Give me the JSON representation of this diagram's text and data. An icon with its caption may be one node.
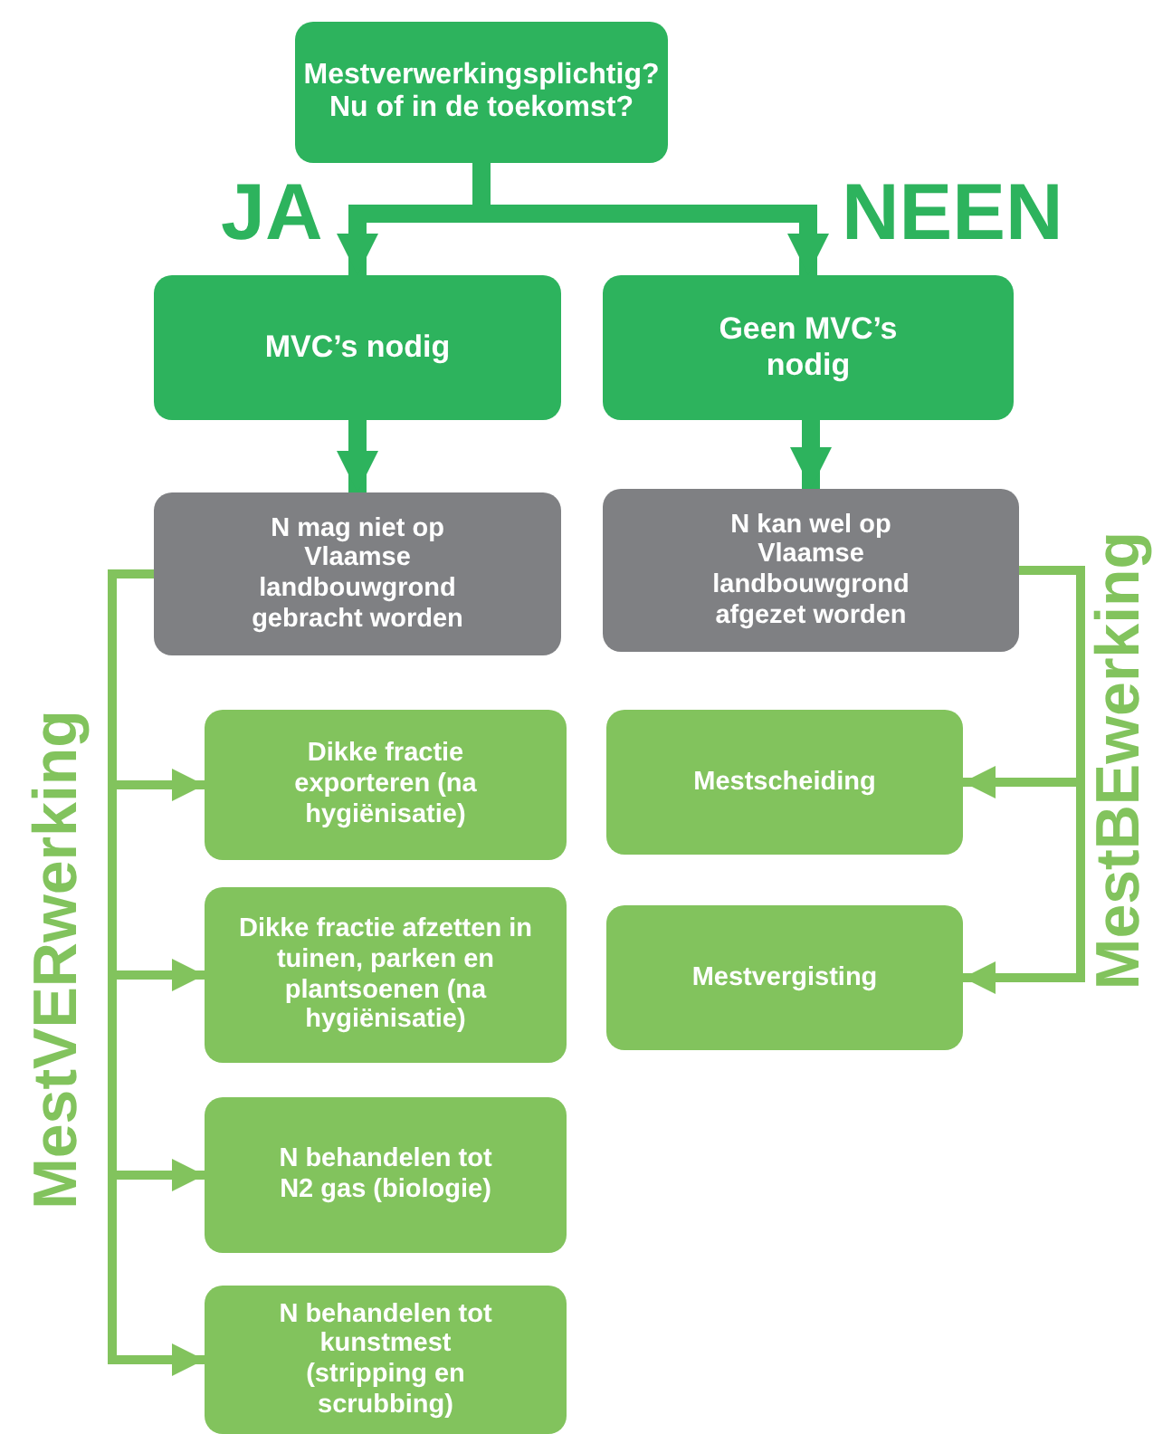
{
  "diagram": {
    "nodes": [
      {
        "text": [
          "Mestverwerkingsplichtig? Nu of in de toekomst?"
        ]
      },
      {
        "text": [
          "MVC’s nodig"
        ]
      },
      {
        "text": [
          "Geen MVC’s nodig"
        ]
      },
      {
        "text": [
          "N mag niet op Vlaamse landbouwgrond gebracht worden"
        ]
      },
      {
        "text": [
          "N kan wel op Vlaamse landbouwgrond afgezet worden"
        ]
      },
      {
        "text": [
          "Dikke fractie exporteren (na hygiënisatie)"
        ]
      },
      {
        "text": [
          "Dikke fractie afzetten in tuinen, parken en plantsoenen (na hygiënisatie)"
        ]
      },
      {
        "text": [
          "Mestscheiding"
        ]
      },
      {
        "text": [
          "N behandelen tot N2 gas (biologie)"
        ]
      },
      {
        "text": [
          "Mestvergisting"
        ]
      },
      {
        "text": [
          "N behandelen tot kunstmest (stripping en scrubbing)"
        ]
      }
    ],
    "edges": [
      {
        "from": 0,
        "to": 1,
        "arrow": "to",
        "label": "JA",
        "style": "thick",
        "color": "#2db35d"
      },
      {
        "from": 0,
        "to": 2,
        "arrow": "to",
        "label": "NEEN",
        "style": "thick",
        "color": "#2db35d"
      },
      {
        "from": 1,
        "to": 3,
        "arrow": "to",
        "style": "thick",
        "color": "#2db35d"
      },
      {
        "from": 2,
        "to": 4,
        "arrow": "to",
        "style": "thick",
        "color": "#2db35d"
      },
      {
        "from": 3,
        "to": 5,
        "arrow": "to"
      },
      {
        "from": 3,
        "to": 6,
        "arrow": "to"
      },
      {
        "from": 3,
        "to": 8,
        "arrow": "to"
      },
      {
        "from": 3,
        "to": 10,
        "arrow": "to"
      },
      {
        "from": 4,
        "to": 7,
        "arrow": "to"
      },
      {
        "from": 4,
        "to": 9,
        "arrow": "to"
      }
    ],
    "labels": [
      "MestVERwerking",
      "MestBEwerking"
    ]
  }
}
